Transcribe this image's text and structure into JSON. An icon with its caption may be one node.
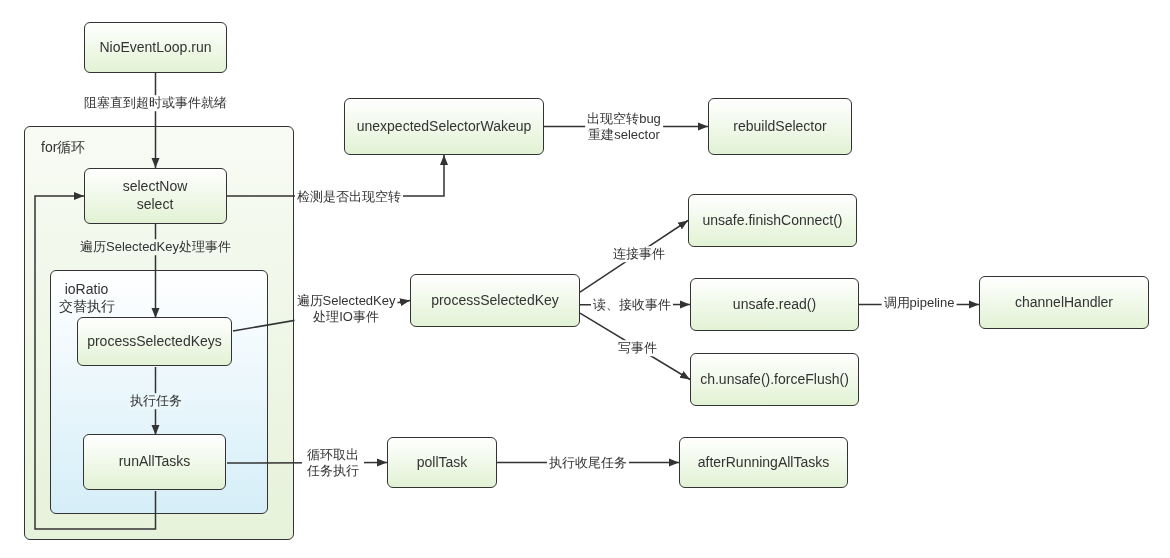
{
  "diagram": {
    "nodes": [
      {
        "text": [
          "NioEventLoop.run"
        ]
      },
      {
        "text": [
          "for循环"
        ]
      },
      {
        "text": [
          "selectNow select"
        ],
        "in": 1
      },
      {
        "text": [
          "ioRatio 交替执行"
        ],
        "in": 1
      },
      {
        "text": [
          "processSelectedKeys"
        ],
        "in": 3
      },
      {
        "text": [
          "runAllTasks"
        ],
        "in": 3
      },
      {
        "text": [
          "unexpectedSelectorWakeup"
        ]
      },
      {
        "text": [
          "rebuildSelector"
        ]
      },
      {
        "text": [
          "processSelectedKey"
        ]
      },
      {
        "text": [
          "unsafe.finishConnect()"
        ]
      },
      {
        "text": [
          "unsafe.read()"
        ]
      },
      {
        "text": [
          "channelHandler"
        ]
      },
      {
        "text": [
          "ch.unsafe().forceFlush()"
        ]
      },
      {
        "text": [
          "pollTask"
        ]
      },
      {
        "text": [
          "afterRunningAllTasks"
        ]
      }
    ],
    "edges": [
      {
        "from": 0,
        "to": 2,
        "arrow": "to",
        "label": "阻塞直到超时或事件就绪"
      },
      {
        "from": 2,
        "to": 6,
        "arrow": "to",
        "label": "检测是否出现空转"
      },
      {
        "from": 6,
        "to": 7,
        "arrow": "to",
        "label": "出现空转bug 重建selector"
      },
      {
        "from": 2,
        "to": 4,
        "arrow": "to",
        "label": "遍历SelectedKey处理事件"
      },
      {
        "from": 4,
        "to": 8,
        "arrow": "to",
        "label": "遍历SelectedKey 处理IO事件"
      },
      {
        "from": 4,
        "to": 5,
        "arrow": "to",
        "label": "执行任务"
      },
      {
        "from": 5,
        "to": 2,
        "arrow": "to"
      },
      {
        "from": 5,
        "to": 13,
        "arrow": "to",
        "label": "循环取出任务执行"
      },
      {
        "from": 13,
        "to": 14,
        "arrow": "to",
        "label": "执行收尾任务"
      },
      {
        "from": 8,
        "to": 9,
        "arrow": "to",
        "label": "连接事件"
      },
      {
        "from": 8,
        "to": 10,
        "arrow": "to",
        "label": "读、接收事件"
      },
      {
        "from": 8,
        "to": 12,
        "arrow": "to",
        "label": "写事件"
      },
      {
        "from": 10,
        "to": 11,
        "arrow": "to",
        "label": "调用pipeline"
      }
    ]
  }
}
